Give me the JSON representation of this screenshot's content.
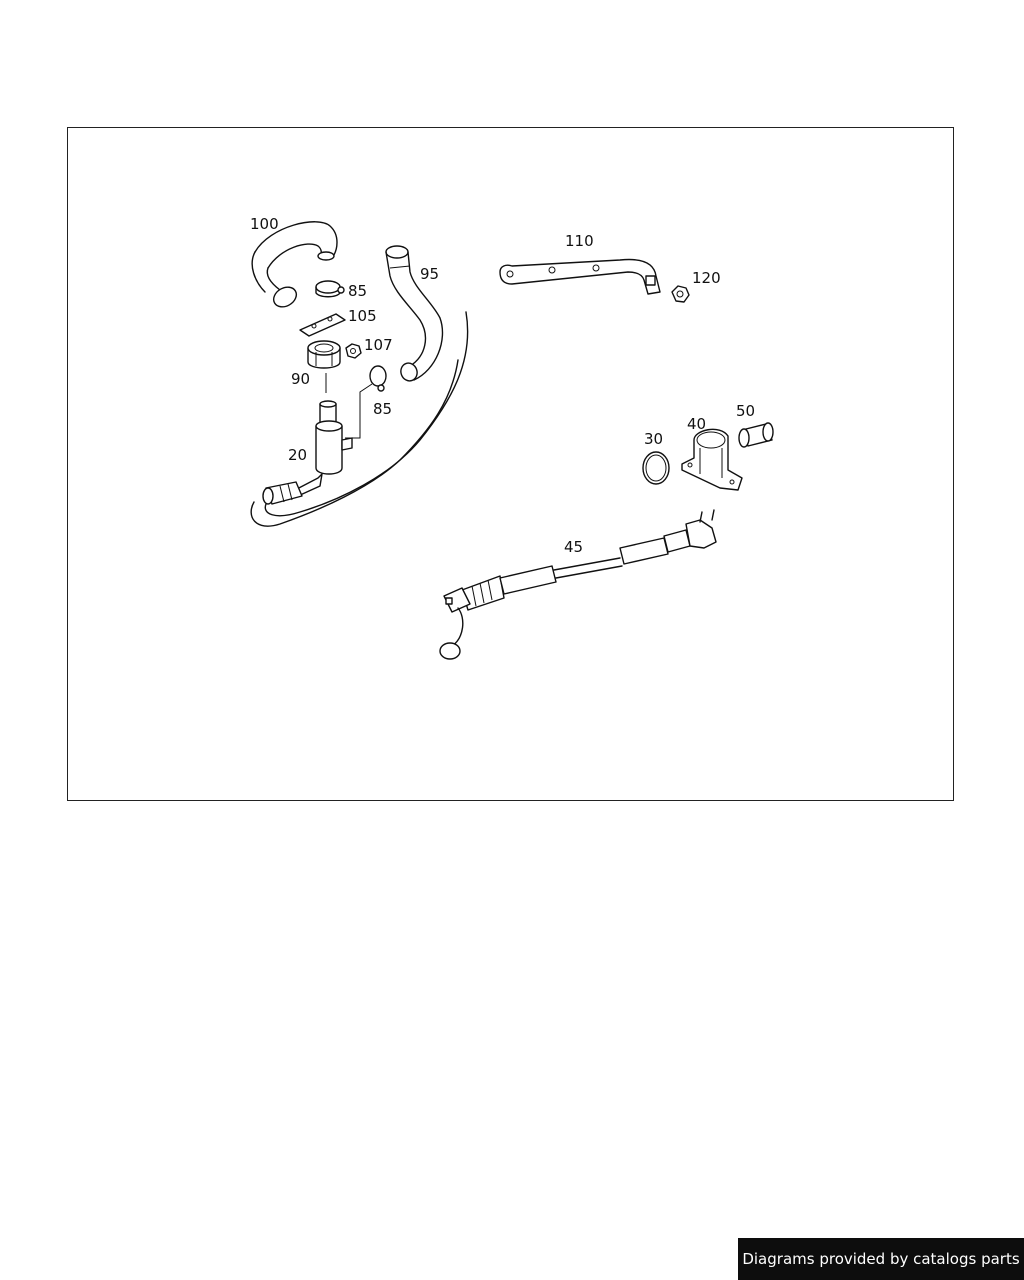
{
  "callouts": {
    "c100": "100",
    "c85a": "85",
    "c105": "105",
    "c107": "107",
    "c90": "90",
    "c85b": "85",
    "c20": "20",
    "c95": "95",
    "c110": "110",
    "c120": "120",
    "c30": "30",
    "c40": "40",
    "c50": "50",
    "c45": "45"
  },
  "footer": {
    "credit": "Diagrams provided by catalogs parts"
  }
}
